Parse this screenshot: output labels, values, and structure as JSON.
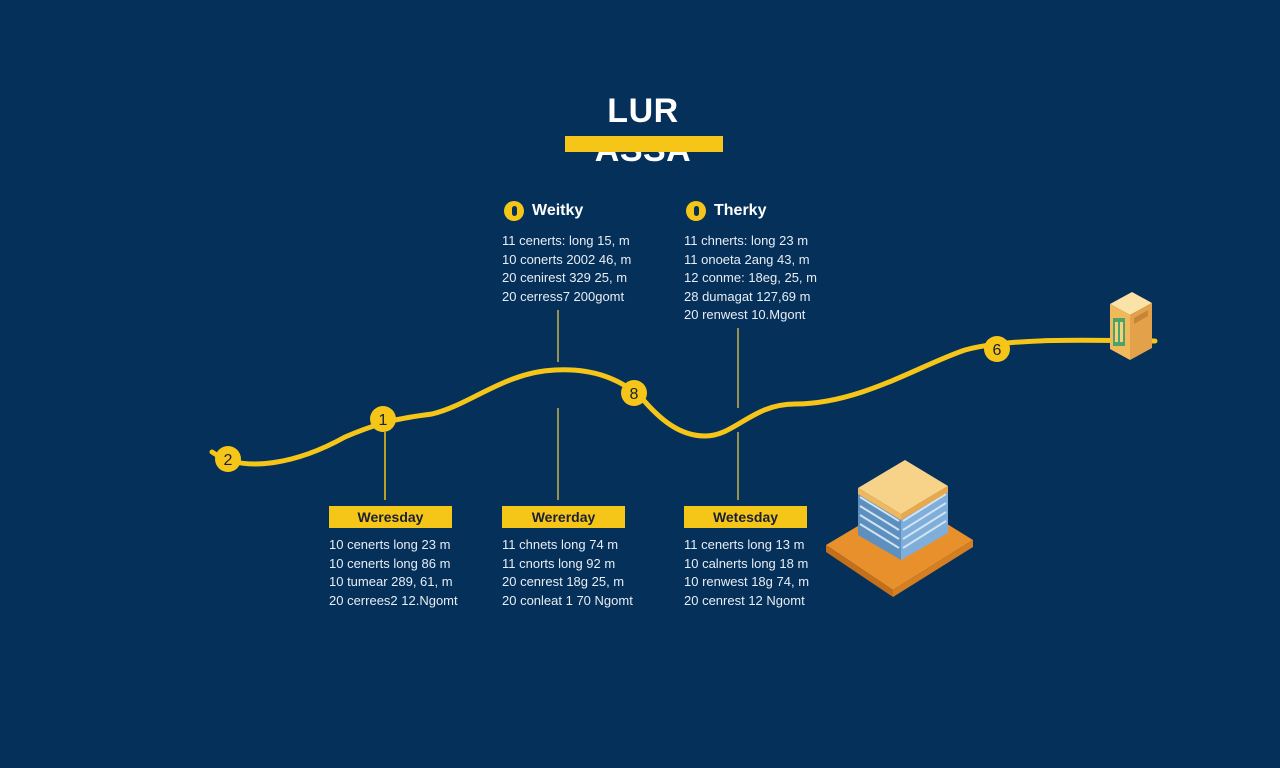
{
  "title": "LUR ASSA",
  "colors": {
    "background": "#05305a",
    "accent": "#f5c518",
    "text": "#ffffff"
  },
  "top_blocks": [
    {
      "heading": "Weitky",
      "icon": "clock-icon",
      "lines": [
        "11 cenerts: long 15, m",
        "10 conerts 2002 46, m",
        "20 cenirest 329 25, m",
        "20 cerress7 200gomt"
      ]
    },
    {
      "heading": "Therky",
      "icon": "clock-icon",
      "lines": [
        "11 chnerts: long 23 m",
        "11 onoeta 2ang 43, m",
        "12 conme: 18eg, 25, m",
        "28 dumagat 127,69 m",
        "20 renwest 10.Mgont"
      ]
    }
  ],
  "bottom_blocks": [
    {
      "label": "Weresday",
      "lines": [
        "10 cenerts long 23 m",
        "10 cenerts long 86 m",
        "10 tumear 289, 61, m",
        "20 cerrees2 12.Ngomt"
      ]
    },
    {
      "label": "Wererday",
      "lines": [
        "11 chnets long 74 m",
        "11 cnorts long 92 m",
        "20 cenrest 18g 25, m",
        "20 conleat 1 70 Ngomt"
      ]
    },
    {
      "label": "Wetesday",
      "lines": [
        "11 cenerts long 13 m",
        "10 calnerts long 18 m",
        "10 renwest 18g 74, m",
        "20 cenrest 12 Ngomt"
      ]
    }
  ],
  "markers": [
    "2",
    "1",
    "8",
    "6"
  ]
}
